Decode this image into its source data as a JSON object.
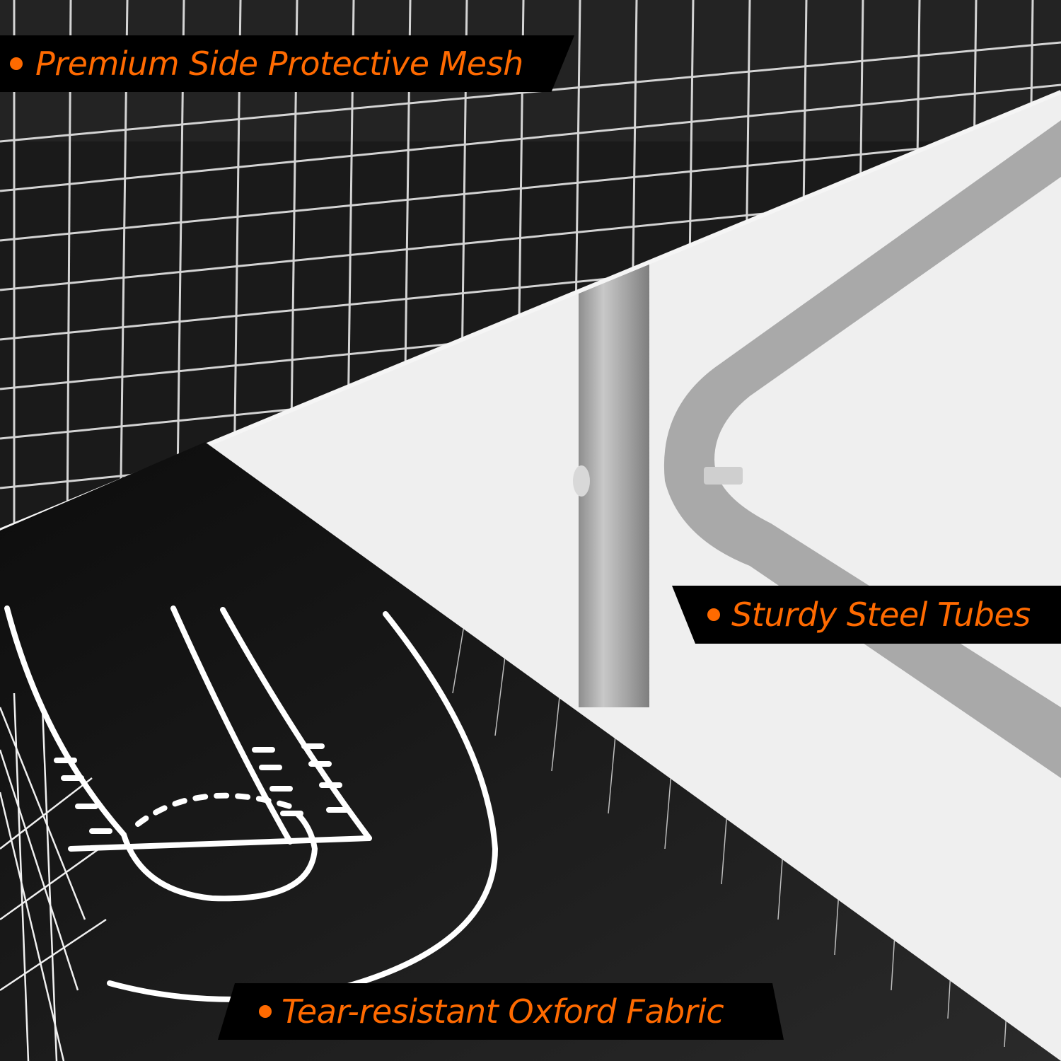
{
  "image": {
    "description": "Basketball arcade game product feature collage",
    "panels": [
      {
        "name": "mesh-closeup",
        "subject": "black fabric with white protective net"
      },
      {
        "name": "steel-tube-closeup",
        "subject": "silver steel tube frame with bolts"
      },
      {
        "name": "court-fabric-closeup",
        "subject": "black oxford fabric with printed basketball court lines"
      }
    ]
  },
  "features": [
    {
      "label": "Premium Side Protective Mesh",
      "bullet": "•"
    },
    {
      "label": "Sturdy Steel Tubes",
      "bullet": "•"
    },
    {
      "label": "Tear-resistant Oxford Fabric",
      "bullet": "•"
    }
  ],
  "colors": {
    "accent": "#ff6a00",
    "label_bg": "#000000",
    "background": "#f0f0f0",
    "fabric": "#1c1c1c",
    "steel": "#a8a8a8"
  }
}
